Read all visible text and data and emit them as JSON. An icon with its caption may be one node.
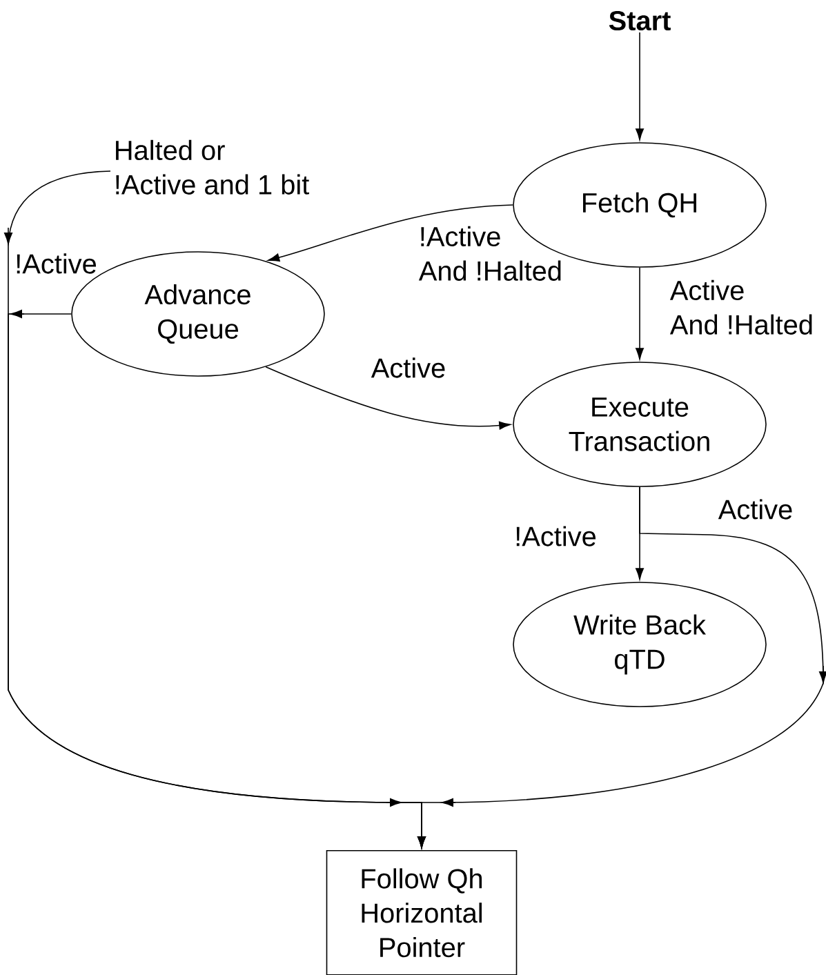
{
  "diagram": {
    "nodes": [
      {
        "text": [
          "Start"
        ]
      },
      {
        "text": [
          "Fetch QH"
        ]
      },
      {
        "text": [
          "Advance Queue"
        ]
      },
      {
        "text": [
          "Execute Transaction"
        ]
      },
      {
        "text": [
          "Write Back qTD"
        ]
      },
      {
        "text": [
          "Follow Qh Horizontal Pointer"
        ]
      }
    ],
    "edges": [
      {
        "from": 0,
        "to": 1,
        "arrow": "to"
      },
      {
        "from": 1,
        "to": 2,
        "arrow": "to",
        "label": "!Active And !Halted"
      },
      {
        "from": 1,
        "to": 3,
        "arrow": "to",
        "label": "Active And !Halted"
      },
      {
        "from": 2,
        "to": 3,
        "arrow": "to",
        "label": "Active"
      },
      {
        "from": 3,
        "to": 4,
        "arrow": "to",
        "label": "!Active"
      },
      {
        "from": 3,
        "to": 5,
        "arrow": "to",
        "label": "Active"
      },
      {
        "from": null,
        "to": 5,
        "arrow": "to",
        "label": "Halted or !Active and 1 bit"
      },
      {
        "from": 2,
        "to": 5,
        "arrow": "to",
        "label": "!Active"
      }
    ]
  }
}
